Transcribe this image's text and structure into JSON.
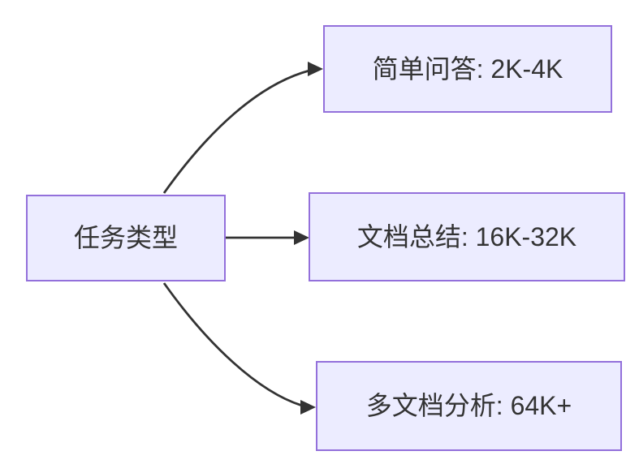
{
  "diagram": {
    "type": "flowchart",
    "direction": "left-to-right",
    "root": {
      "id": "task-type",
      "label": "任务类型"
    },
    "branches": [
      {
        "id": "simple-qa",
        "label": "简单问答: 2K-4K"
      },
      {
        "id": "doc-summary",
        "label": "文档总结: 16K-32K"
      },
      {
        "id": "multi-doc",
        "label": "多文档分析: 64K+"
      }
    ],
    "edges": [
      {
        "from": "task-type",
        "to": "simple-qa",
        "arrow": "filled-triangle"
      },
      {
        "from": "task-type",
        "to": "doc-summary",
        "arrow": "filled-triangle"
      },
      {
        "from": "task-type",
        "to": "multi-doc",
        "arrow": "filled-triangle"
      }
    ],
    "colors": {
      "node_fill": "#ECECFF",
      "node_border": "#9370DB",
      "text": "#333333",
      "arrow": "#333333",
      "background": "#FFFFFF"
    }
  }
}
